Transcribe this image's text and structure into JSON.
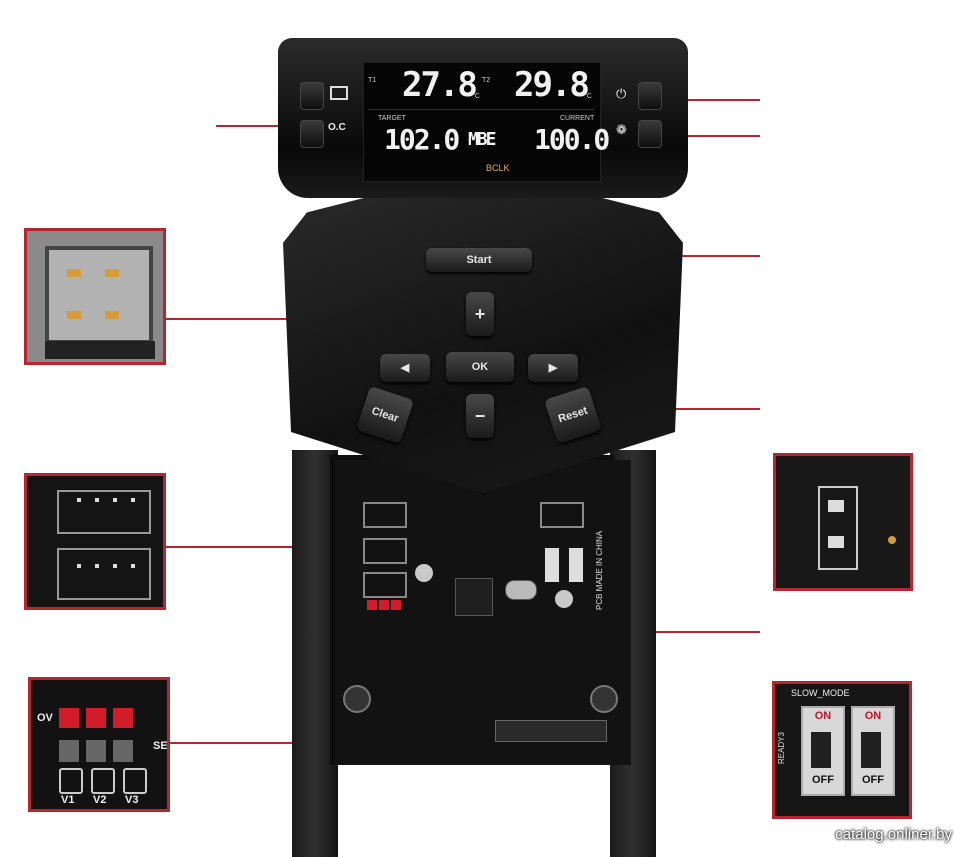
{
  "display": {
    "t1_label": "T1",
    "t1_value": "27.8",
    "t1_unit": "°C",
    "t2_label": "T2",
    "t2_value": "29.8",
    "t2_unit": "°C",
    "target_label": "TARGET",
    "target_value": "102.0",
    "mode": "MBE",
    "current_label": "CURRENT",
    "current_value": "100.0",
    "bottom_label": "BCLK",
    "oc_label": "O.C"
  },
  "keypad": {
    "start": "Start",
    "plus": "+",
    "left": "◀",
    "ok": "OK",
    "right": "▶",
    "minus": "−",
    "clear": "Clear",
    "reset": "Reset"
  },
  "pcb": {
    "made_in": "PCB MADE IN CHINA",
    "slow_mode": "SLOW_MODE",
    "on": "ON",
    "off": "OFF"
  },
  "insets": {
    "voltage": {
      "ov": "OV",
      "se": "SE",
      "v1": "V1",
      "v2": "V2",
      "v3": "V3"
    },
    "slow_mode": {
      "title": "SLOW_MODE",
      "on1": "ON",
      "on2": "ON",
      "off1": "OFF",
      "off2": "OFF",
      "ready": "READY3"
    }
  },
  "watermark": "catalog.onliner.by",
  "colors": {
    "callout": "#b8252f"
  }
}
